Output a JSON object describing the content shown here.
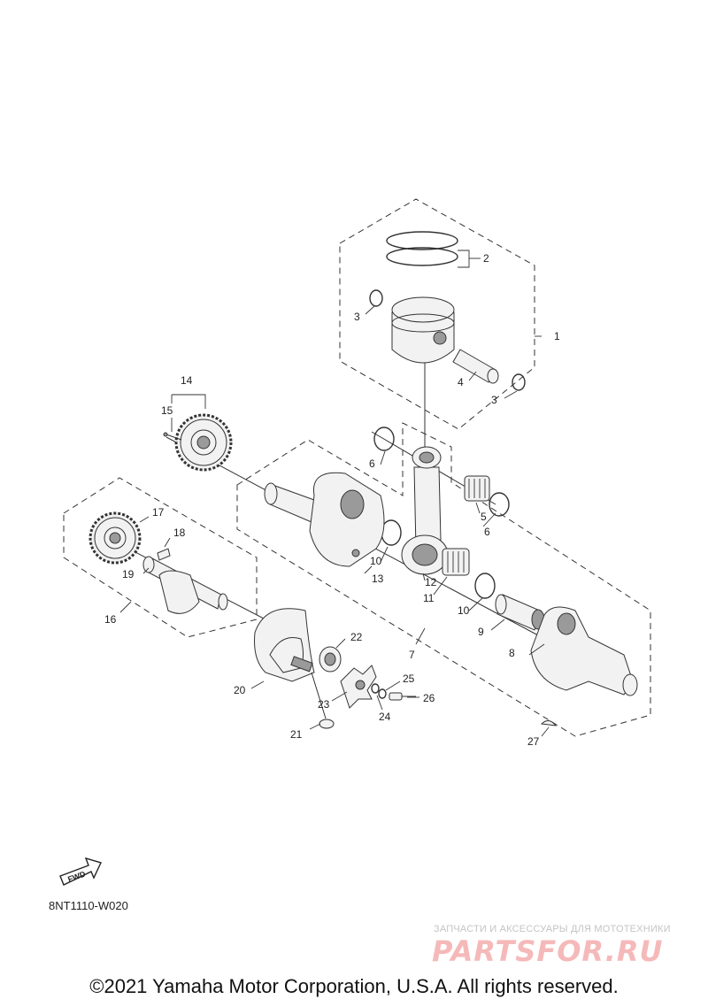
{
  "callouts": [
    "1",
    "2",
    "3",
    "3",
    "4",
    "5",
    "6",
    "6",
    "7",
    "8",
    "9",
    "10",
    "10",
    "11",
    "12",
    "13",
    "14",
    "15",
    "16",
    "17",
    "18",
    "19",
    "20",
    "21",
    "22",
    "23",
    "24",
    "25",
    "26",
    "27"
  ],
  "fwd_label": "FWD",
  "diagram_code": "8NT1110-W020",
  "watermark": {
    "tagline": "ЗАПЧАСТИ И АКСЕССУАРЫ ДЛЯ МОТОТЕХНИКИ",
    "logo": "PARTSFOR.RU"
  },
  "copyright": "©2021 Yamaha Motor Corporation, U.S.A. All rights reserved."
}
